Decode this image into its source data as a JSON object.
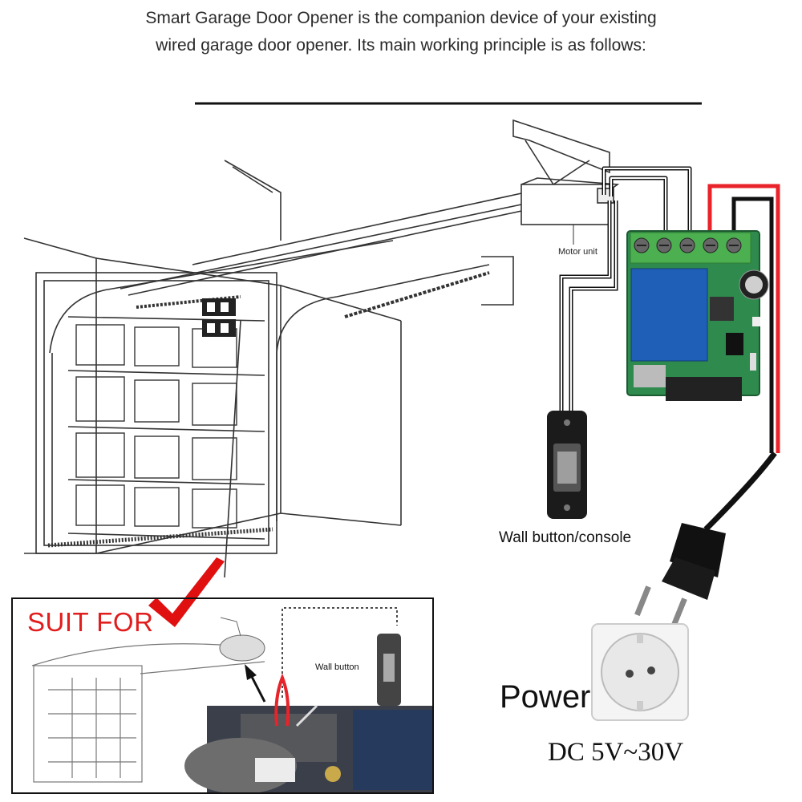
{
  "intro": {
    "line1": "Smart Garage Door Opener is the companion device of your existing",
    "line2": "wired garage door opener. Its main working principle is as follows:"
  },
  "labels": {
    "motor_unit": "Motor unit",
    "wall_console": "Wall button/console",
    "power": "Power",
    "voltage": "DC 5V~30V",
    "suit_for": "SUIT FOR",
    "inset_wall_button": "Wall button"
  },
  "colors": {
    "red_wire": "#e8232a",
    "black_wire": "#111111",
    "pcb_green": "#2f8a4e",
    "terminal_green": "#4caf50",
    "relay_blue": "#1f5fb8",
    "check_red": "#e01010",
    "suit_red": "#e11d1d"
  },
  "icons": [
    "garage-door-drawing",
    "motor-unit",
    "relay-board",
    "wall-button",
    "eu-plug",
    "power-socket",
    "checkmark-icon",
    "arrow-icon"
  ]
}
